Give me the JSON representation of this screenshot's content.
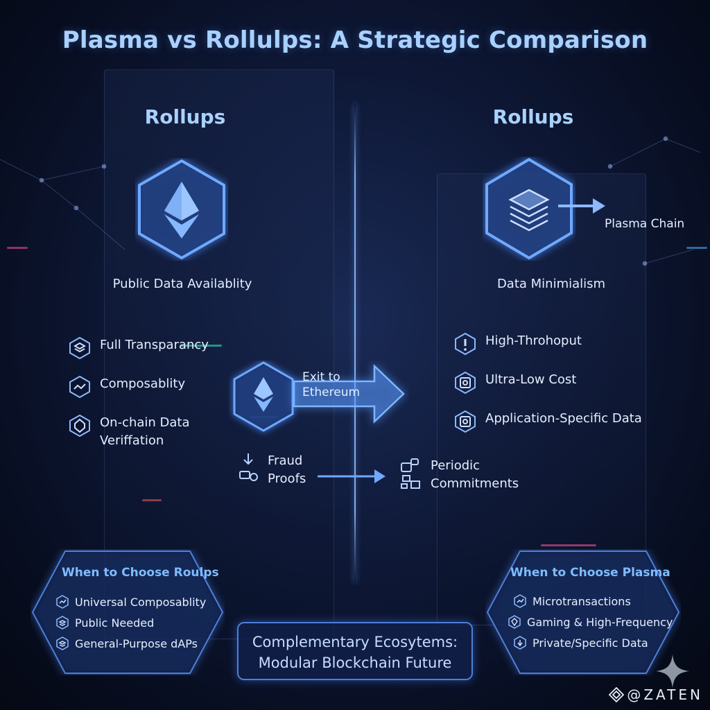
{
  "title": "Plasma vs Rollulps: A Strategic Comparison",
  "left": {
    "heading": "Rollups",
    "caption": "Public Data Availablity",
    "features": [
      {
        "icon": "layers-icon",
        "label": "Full Transparancy"
      },
      {
        "icon": "trend-icon",
        "label": "Composablity"
      },
      {
        "icon": "shield-icon",
        "label": "On-chain Data\nVeriffation"
      }
    ],
    "fraud_label": "Fraud\nProofs"
  },
  "right": {
    "heading": "Rollups",
    "caption": "Data Minimialism",
    "side_label": "Plasma Chain",
    "features": [
      {
        "icon": "alert-icon",
        "label": "High-Throhoput"
      },
      {
        "icon": "target-icon",
        "label": "Ultra-Low Cost"
      },
      {
        "icon": "target-icon",
        "label": "Application-Specific Data"
      }
    ],
    "commit_label": "Periodic\nCommitments"
  },
  "exit_label": "Exit to\nEthereum",
  "choose_rollups": {
    "title": "When to Choose Roulps",
    "items": [
      "Universal Composablity",
      "Public Needed",
      "General-Purpose dAPs"
    ]
  },
  "choose_plasma": {
    "title": "When to Choose Plasma",
    "items": [
      "Microtransactions",
      "Gaming & High-Frequency",
      "Private/Specific Data"
    ]
  },
  "center_box": {
    "line1": "Complementary Ecosytems:",
    "line2": "Modular Blockchain Future"
  },
  "brand": "@ZATEN",
  "colors": {
    "accent": "#a9d1ff",
    "neon": "#5aa0ff",
    "background": "#0a1430"
  }
}
